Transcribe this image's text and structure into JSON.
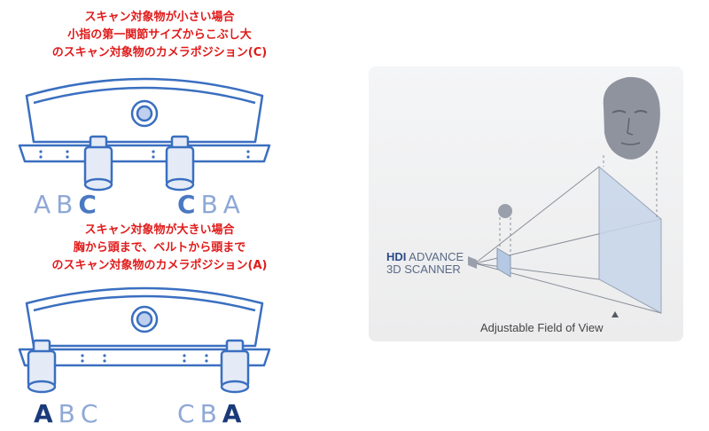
{
  "captions": {
    "top_line1": "スキャン対象物が小さい場合",
    "top_line2": "小指の第一関節サイズからこぶし大",
    "top_line3": "のスキャン対象物のカメラポジション(C)",
    "mid_line1": "スキャン対象物が大きい場合",
    "mid_line2": "胸から頭まで、ベルトから頭まで",
    "mid_line3": "のスキャン対象物のカメラポジション(A)"
  },
  "positions": {
    "top_left": [
      "A",
      "B",
      "C"
    ],
    "top_right": [
      "C",
      "B",
      "A"
    ],
    "bottom_left": [
      "A",
      "B",
      "C"
    ],
    "bottom_right": [
      "C",
      "B",
      "A"
    ]
  },
  "fov": {
    "brand_bold": "HDI",
    "brand_rest": "ADVANCE",
    "brand_line2": "3D SCANNER",
    "label": "Adjustable Field of View"
  },
  "colors": {
    "caption_red": "#e01b1b",
    "scanner_blue": "#3a6fc0",
    "letter_faded": "#8fa8d6",
    "letter_strong": "#1a3a7a"
  }
}
